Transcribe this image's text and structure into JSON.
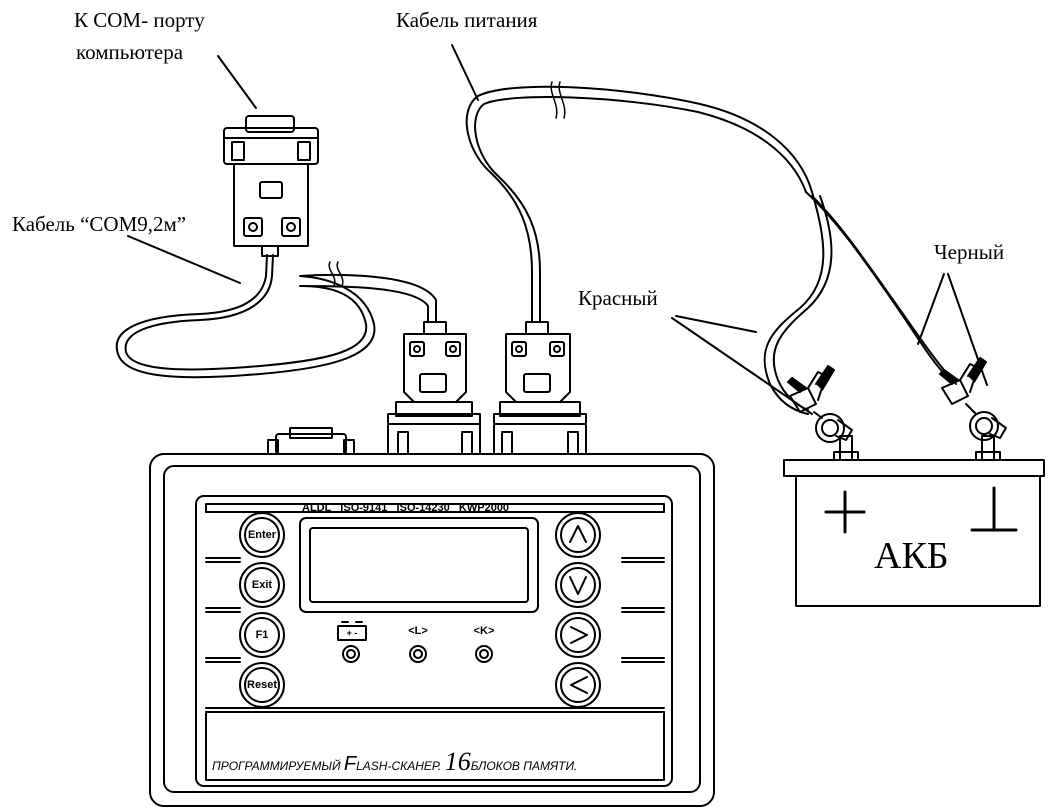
{
  "labels": {
    "com_port_line1": "К COM- порту",
    "com_port_line2": "компьютера",
    "power_cable": "Кабель питания",
    "com_cable": "Кабель “COM9,2м”",
    "red": "Красный",
    "black": "Черный"
  },
  "battery": {
    "label": "АКБ",
    "plus_symbol": "+",
    "ground_symbol": "⊥"
  },
  "device": {
    "protocols": "ALDL   ISO-9141   ISO-14230   KWP2000",
    "buttons_left": [
      "Enter",
      "Exit",
      "F1",
      "Reset"
    ],
    "indicator_labels": [
      "<L>",
      "<K>"
    ],
    "battery_indicator_symbol": "+ -",
    "tagline_part1": "ПРОГРАММИРУЕМЫЙ ",
    "tagline_flash_initial": "F",
    "tagline_flash_rest": "LASH-СКАНЕР. ",
    "tagline_number": "16",
    "tagline_part2": "БЛОКОВ ПАМЯТИ."
  }
}
